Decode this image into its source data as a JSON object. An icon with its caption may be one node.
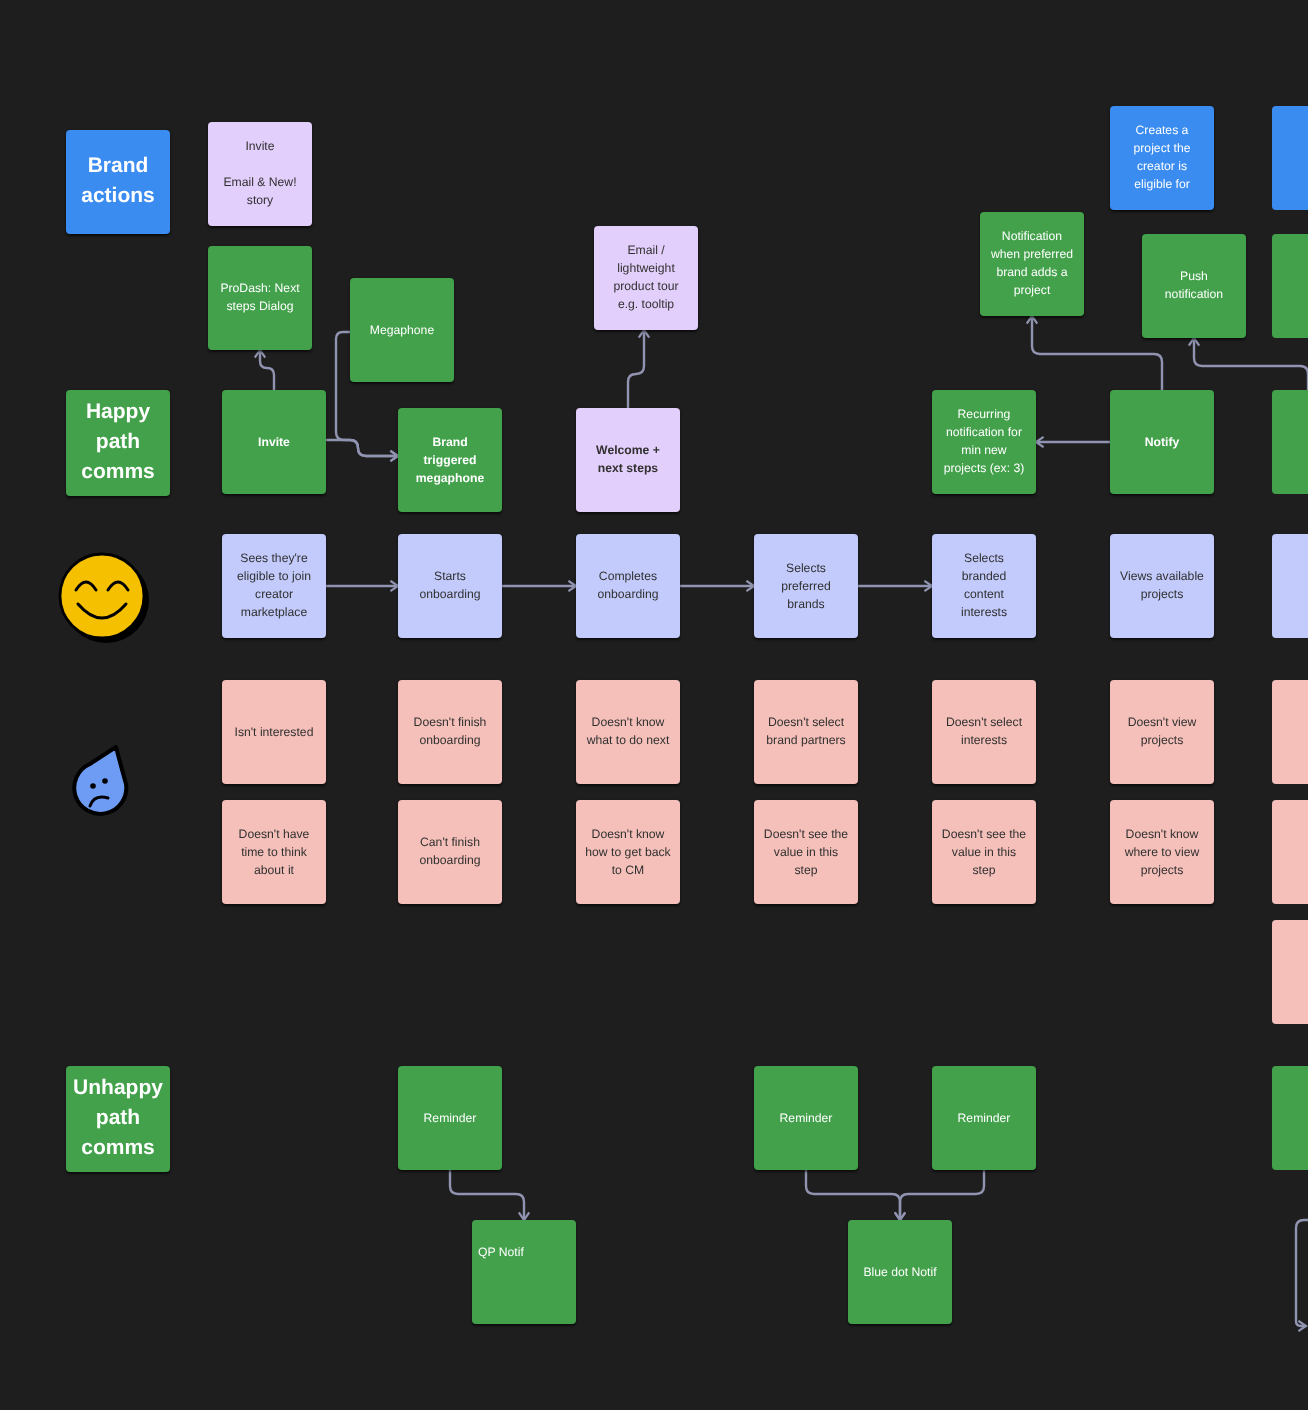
{
  "diagram": {
    "nodes": [
      {
        "text": [
          "Brand actions"
        ]
      },
      {
        "text": [
          "Invite",
          "Email & New! story"
        ]
      },
      {
        "text": [
          "Creates a project the creator is eligible for"
        ]
      },
      {
        "text": [],
        "shape": "box"
      },
      {
        "text": [
          "ProDash: Next steps Dialog"
        ]
      },
      {
        "text": [
          "Megaphone"
        ]
      },
      {
        "text": [
          "Email / lightweight product tour e.g. tooltip"
        ]
      },
      {
        "text": [
          "Notification when preferred brand adds a project"
        ]
      },
      {
        "text": [
          "Push notification"
        ]
      },
      {
        "text": [],
        "shape": "box"
      },
      {
        "text": [
          "Happy path comms"
        ]
      },
      {
        "text": [
          "Invite"
        ]
      },
      {
        "text": [
          "Brand triggered megaphone"
        ]
      },
      {
        "text": [
          "Welcome + next steps"
        ]
      },
      {
        "text": [
          "Recurring notification for min new projects (ex: 3)"
        ]
      },
      {
        "text": [
          "Notify"
        ]
      },
      {
        "text": [],
        "shape": "box"
      },
      {
        "text": [
          "Sees they're eligible to join creator marketplace"
        ]
      },
      {
        "text": [
          "Starts onboarding"
        ]
      },
      {
        "text": [
          "Completes onboarding"
        ]
      },
      {
        "text": [
          "Selects preferred brands"
        ]
      },
      {
        "text": [
          "Selects branded content interests"
        ]
      },
      {
        "text": [
          "Views available projects"
        ]
      },
      {
        "text": [],
        "shape": "box"
      },
      {
        "text": [
          "Isn't interested"
        ]
      },
      {
        "text": [
          "Doesn't finish onboarding"
        ]
      },
      {
        "text": [
          "Doesn't know what to do next"
        ]
      },
      {
        "text": [
          "Doesn't select brand partners"
        ]
      },
      {
        "text": [
          "Doesn't select interests"
        ]
      },
      {
        "text": [
          "Doesn't view projects"
        ]
      },
      {
        "text": [],
        "shape": "box"
      },
      {
        "text": [
          "Doesn't have time to think about it"
        ]
      },
      {
        "text": [
          "Can't finish onboarding"
        ]
      },
      {
        "text": [
          "Doesn't know how to get back to CM"
        ]
      },
      {
        "text": [
          "Doesn't see the value in this step"
        ]
      },
      {
        "text": [
          "Doesn't see the value in this step"
        ]
      },
      {
        "text": [
          "Doesn't know where to view projects"
        ]
      },
      {
        "text": [],
        "shape": "box"
      },
      {
        "text": [],
        "shape": "box"
      },
      {
        "text": [
          "Unhappy path comms"
        ]
      },
      {
        "text": [
          "Reminder"
        ]
      },
      {
        "text": [
          "Reminder"
        ]
      },
      {
        "text": [
          "Reminder"
        ]
      },
      {
        "text": [],
        "shape": "box"
      },
      {
        "text": [
          "QP Notif"
        ]
      },
      {
        "text": [
          "Blue dot Notif"
        ]
      }
    ],
    "edges": [
      {
        "from": 11,
        "to": 4,
        "arrow": "to"
      },
      {
        "from": 11,
        "to": 12,
        "arrow": "to"
      },
      {
        "from": 5,
        "to": 12,
        "arrow": "to"
      },
      {
        "from": 13,
        "to": 6,
        "arrow": "to"
      },
      {
        "from": 17,
        "to": 18,
        "arrow": "to"
      },
      {
        "from": 18,
        "to": 19,
        "arrow": "to"
      },
      {
        "from": 19,
        "to": 20,
        "arrow": "to"
      },
      {
        "from": 20,
        "to": 21,
        "arrow": "to"
      },
      {
        "from": 15,
        "to": 7,
        "arrow": "to"
      },
      {
        "from": 15,
        "to": 14,
        "arrow": "to"
      },
      {
        "from": 16,
        "to": 8,
        "arrow": "to"
      },
      {
        "from": 40,
        "to": 44,
        "arrow": "to"
      },
      {
        "from": 41,
        "to": 45,
        "arrow": "to"
      },
      {
        "from": 42,
        "to": 45,
        "arrow": "to"
      }
    ]
  }
}
